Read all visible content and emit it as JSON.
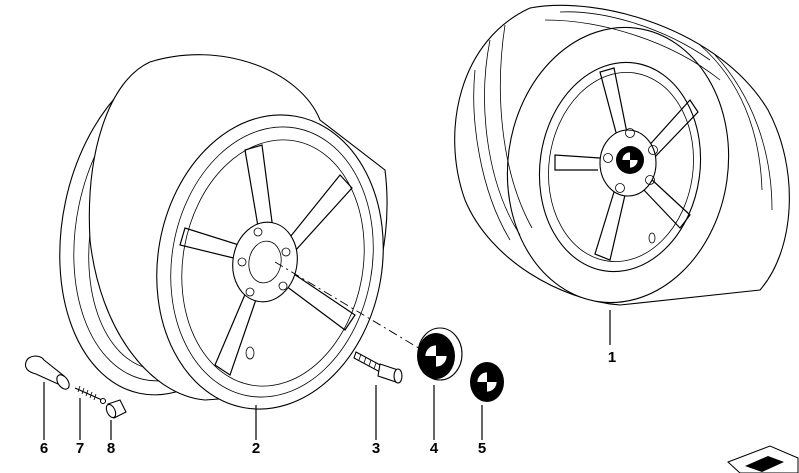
{
  "callouts": [
    {
      "number": "1",
      "name": "complete-wheel"
    },
    {
      "number": "2",
      "name": "light-alloy-rim"
    },
    {
      "number": "3",
      "name": "wheel-bolt"
    },
    {
      "number": "4",
      "name": "hub-cap"
    },
    {
      "number": "5",
      "name": "emblem"
    },
    {
      "number": "6",
      "name": "valve"
    },
    {
      "number": "7",
      "name": "valve-insert"
    },
    {
      "number": "8",
      "name": "valve-cap"
    }
  ]
}
